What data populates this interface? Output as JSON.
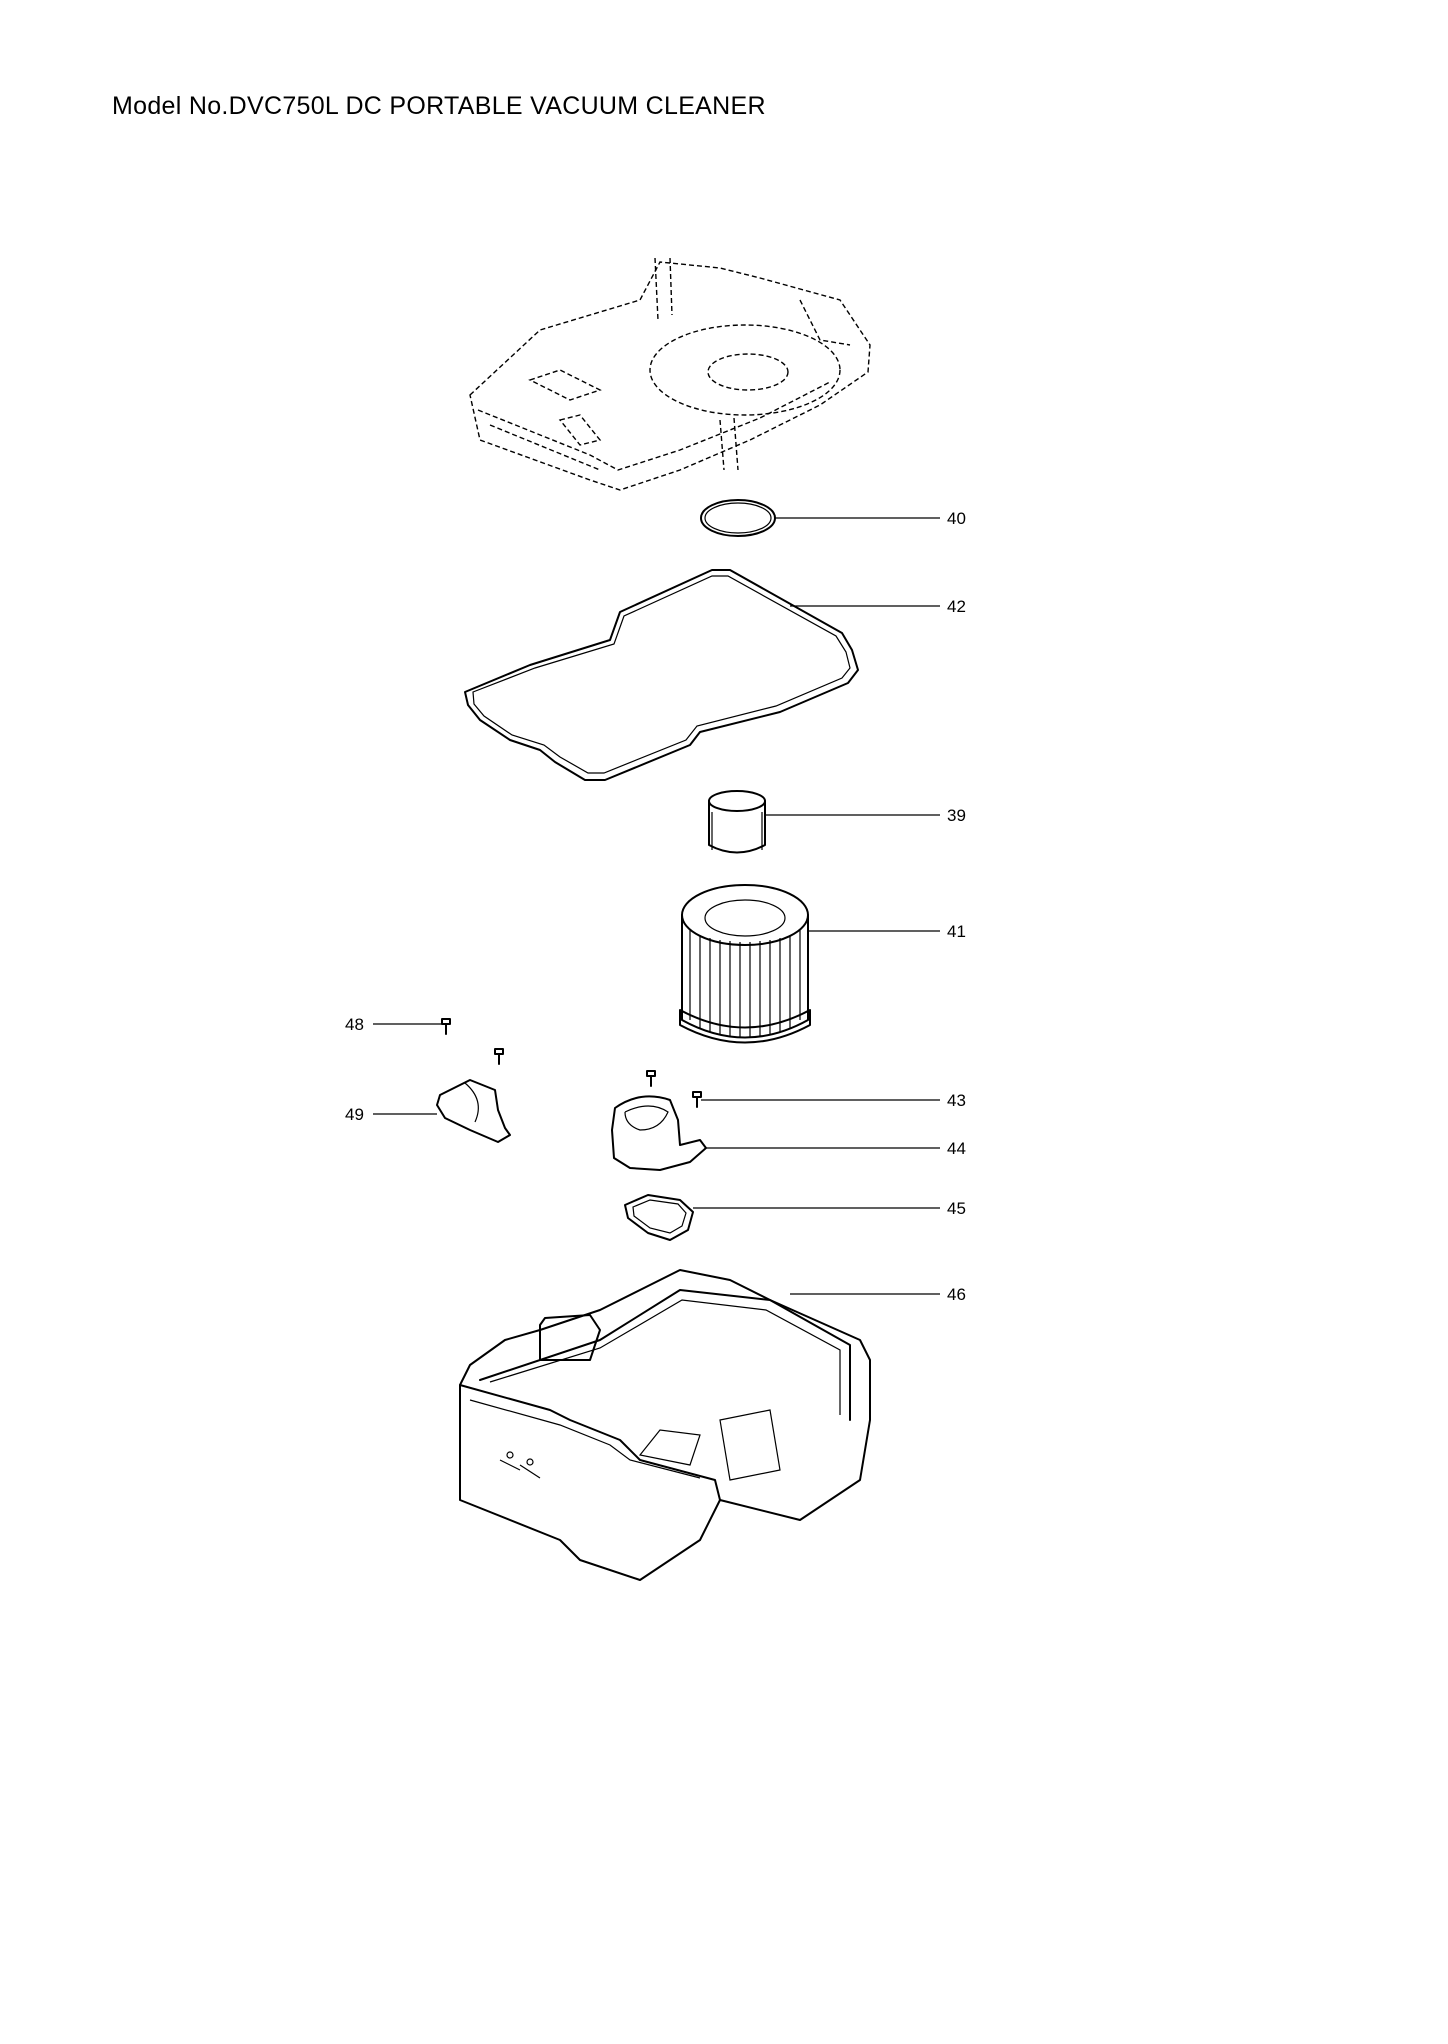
{
  "title": "Model No.DVC750L DC PORTABLE VACUUM CLEANER",
  "parts": [
    {
      "ref": "40",
      "icon": "o-ring-icon"
    },
    {
      "ref": "42",
      "icon": "gasket-icon"
    },
    {
      "ref": "39",
      "icon": "cylinder-cap-icon"
    },
    {
      "ref": "41",
      "icon": "filter-cartridge-icon"
    },
    {
      "ref": "48",
      "icon": "screw-icon"
    },
    {
      "ref": "49",
      "icon": "hose-holder-icon"
    },
    {
      "ref": "43",
      "icon": "screw-icon"
    },
    {
      "ref": "44",
      "icon": "hose-holder-icon"
    },
    {
      "ref": "45",
      "icon": "seal-ring-icon"
    },
    {
      "ref": "46",
      "icon": "dust-case-icon"
    }
  ]
}
